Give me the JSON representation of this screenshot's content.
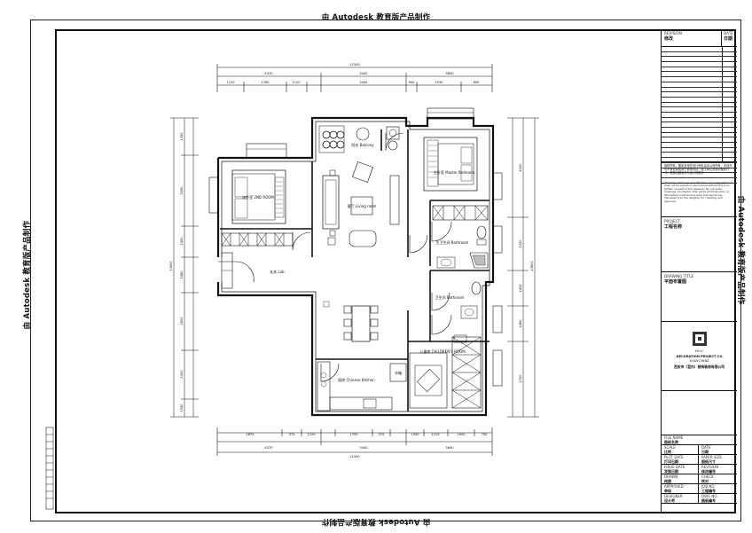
{
  "watermark": "由 Autodesk 教育版产品制作",
  "title_block": {
    "revision_label": "REVISION",
    "revision_value": "修改",
    "date_label": "DATE",
    "date_value": "日期",
    "note_cn": "版权所有，图纸及相关设计资料由本公司所有，未经许可不得复制或用于其他项目，施工单位须核对图纸尺寸，发现问题及时与设计师联系",
    "note_en": "All design drawings, specifications are copyright and shall not be copied or reproduced without the prior written consent of the designer. Do not scale drawings. Contractor shall verify all dimensions on site before commencing work and report any discrepancy to the designer for checking and approval.",
    "project_label": "PROJECT",
    "project_value": "工程名称",
    "drawing_title_label": "DRAWING TITLE",
    "drawing_title_value": "平面布置图",
    "logo_text": "IM·U",
    "company_en": "DECORATION PROJECT CO",
    "company_city": "XI'AN CHINA",
    "company_cn": "西安市（室内）装饰装修有限公司",
    "fields": [
      {
        "label": "FILE NAME",
        "value": "图纸名称"
      },
      {
        "label": "SCALE",
        "value": "比例"
      },
      {
        "label": "DATE",
        "value": "日期"
      },
      {
        "label": "PLOT DATE",
        "value": "打印日期"
      },
      {
        "label": "PAPER SIZE",
        "value": "图纸尺寸"
      },
      {
        "label": "ISSUE DATE",
        "value": "发图日期"
      },
      {
        "label": "REVISION",
        "value": "修改编号"
      },
      {
        "label": "DRAWN",
        "value": "绘图"
      },
      {
        "label": "CHECK",
        "value": "校对"
      },
      {
        "label": "APPROVED",
        "value": "审核"
      },
      {
        "label": "JOB NO.",
        "value": "工程编号"
      },
      {
        "label": "DESIGNER",
        "value": "设计师"
      },
      {
        "label": "DWG NO.",
        "value": "图纸编号"
      }
    ]
  },
  "plan": {
    "rooms": {
      "balcony": "阳台 Balcony",
      "second_bedroom": "次卧室 2ND ROOM",
      "master_bedroom": "主卧室 Master Bedroom",
      "living_room": "客厅 Living room",
      "bathroom": "主卫生间 Bathroom",
      "entrance": "玄关 Lob.",
      "wc": "卫生间 Bathroom",
      "childrens_room": "儿童房 CHILDREN'S ROOM",
      "kitchen": "厨房 Chinese Kitchen",
      "fridge": "冰箱"
    },
    "dims": {
      "top_total": "11500",
      "top_segments": [
        "4370",
        "3440",
        "3690"
      ],
      "top_details": [
        "1120",
        "1760",
        "1120",
        "3440",
        "900",
        "1930",
        "890"
      ],
      "bottom_total": "11500",
      "bottom_segments": [
        "4370",
        "3440",
        "3690"
      ],
      "bottom_details": [
        "2870",
        "370",
        "1120",
        "1700",
        "370",
        "1300",
        "1120",
        "1900",
        "700"
      ],
      "left_total": "13600",
      "left_segments": [
        "1350",
        "3050",
        "1400",
        "1450",
        "2600",
        "2300",
        "1350"
      ],
      "right_total": "13600",
      "right_segments": [
        "4300",
        "2320",
        "1420",
        "1450",
        "2700"
      ]
    }
  }
}
